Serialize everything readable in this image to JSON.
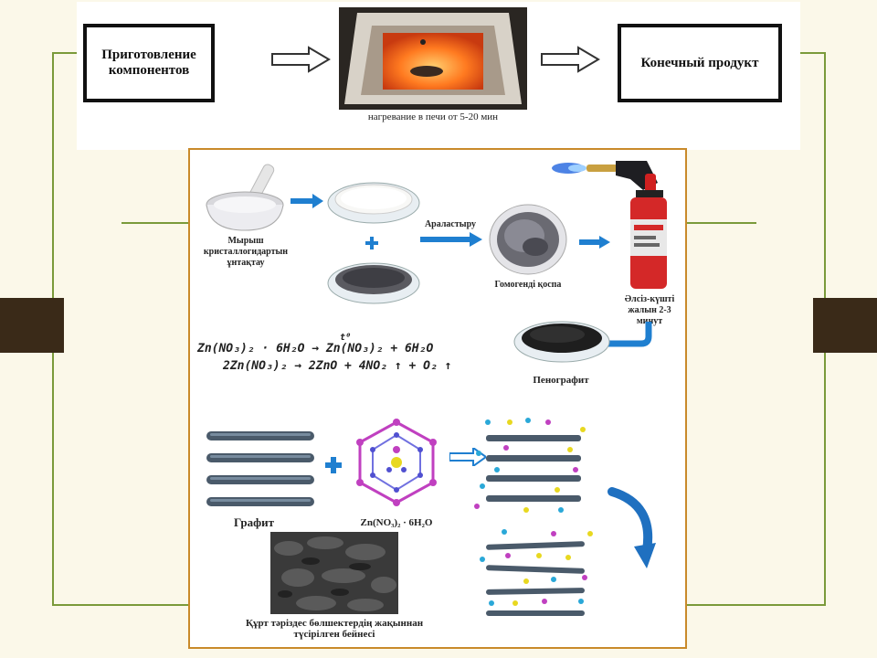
{
  "flow": {
    "step1": "Приготовление компонентов",
    "step2_caption": "нагревание в печи от 5-20 мин",
    "step3": "Конечный продукт"
  },
  "process": {
    "grinding_label": "Мырыш кристаллогидартын ұнтақтау",
    "mixing_label": "Араластыру",
    "homogeneous_label": "Гомогенді қоспа",
    "flame_label": "Әлсіз-күшті жалын 2-3 минут",
    "result_label": "Пенографит",
    "equation1_left": "Zn(NO₃)₂ · 6H₂O",
    "equation1_arrow_label": "t⁰",
    "equation1_right": "Zn(NO₃)₂ + 6H₂O",
    "equation2": "2Zn(NO₃)₂ → 2ZnO + 4NO₂ ↑ + O₂ ↑"
  },
  "structure": {
    "graphite_label": "Графит",
    "salt_label": "Zn(NO₃)₂ · 6H₂O",
    "photo_caption": "Құрт тәріздес бөлшектердің жақыннан түсірілген бейнесі"
  },
  "colors": {
    "frame_green": "#7a9a3a",
    "panel_border": "#c98a2a",
    "arrow_blue": "#1f7fd0",
    "flame_blue": "#2e6de0",
    "dot_cyan": "#2aa8d8",
    "dot_yellow": "#e8d820",
    "dot_magenta": "#c040c0"
  }
}
